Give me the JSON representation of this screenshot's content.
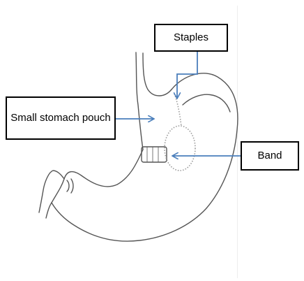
{
  "labels": {
    "staples": "Staples",
    "pouch": "Small stomach pouch",
    "band": "Band"
  },
  "colors": {
    "arrow": "#4a7ebb",
    "outline": "#555555",
    "staples_dots": "#9a9a9a",
    "box_border": "#000000"
  }
}
